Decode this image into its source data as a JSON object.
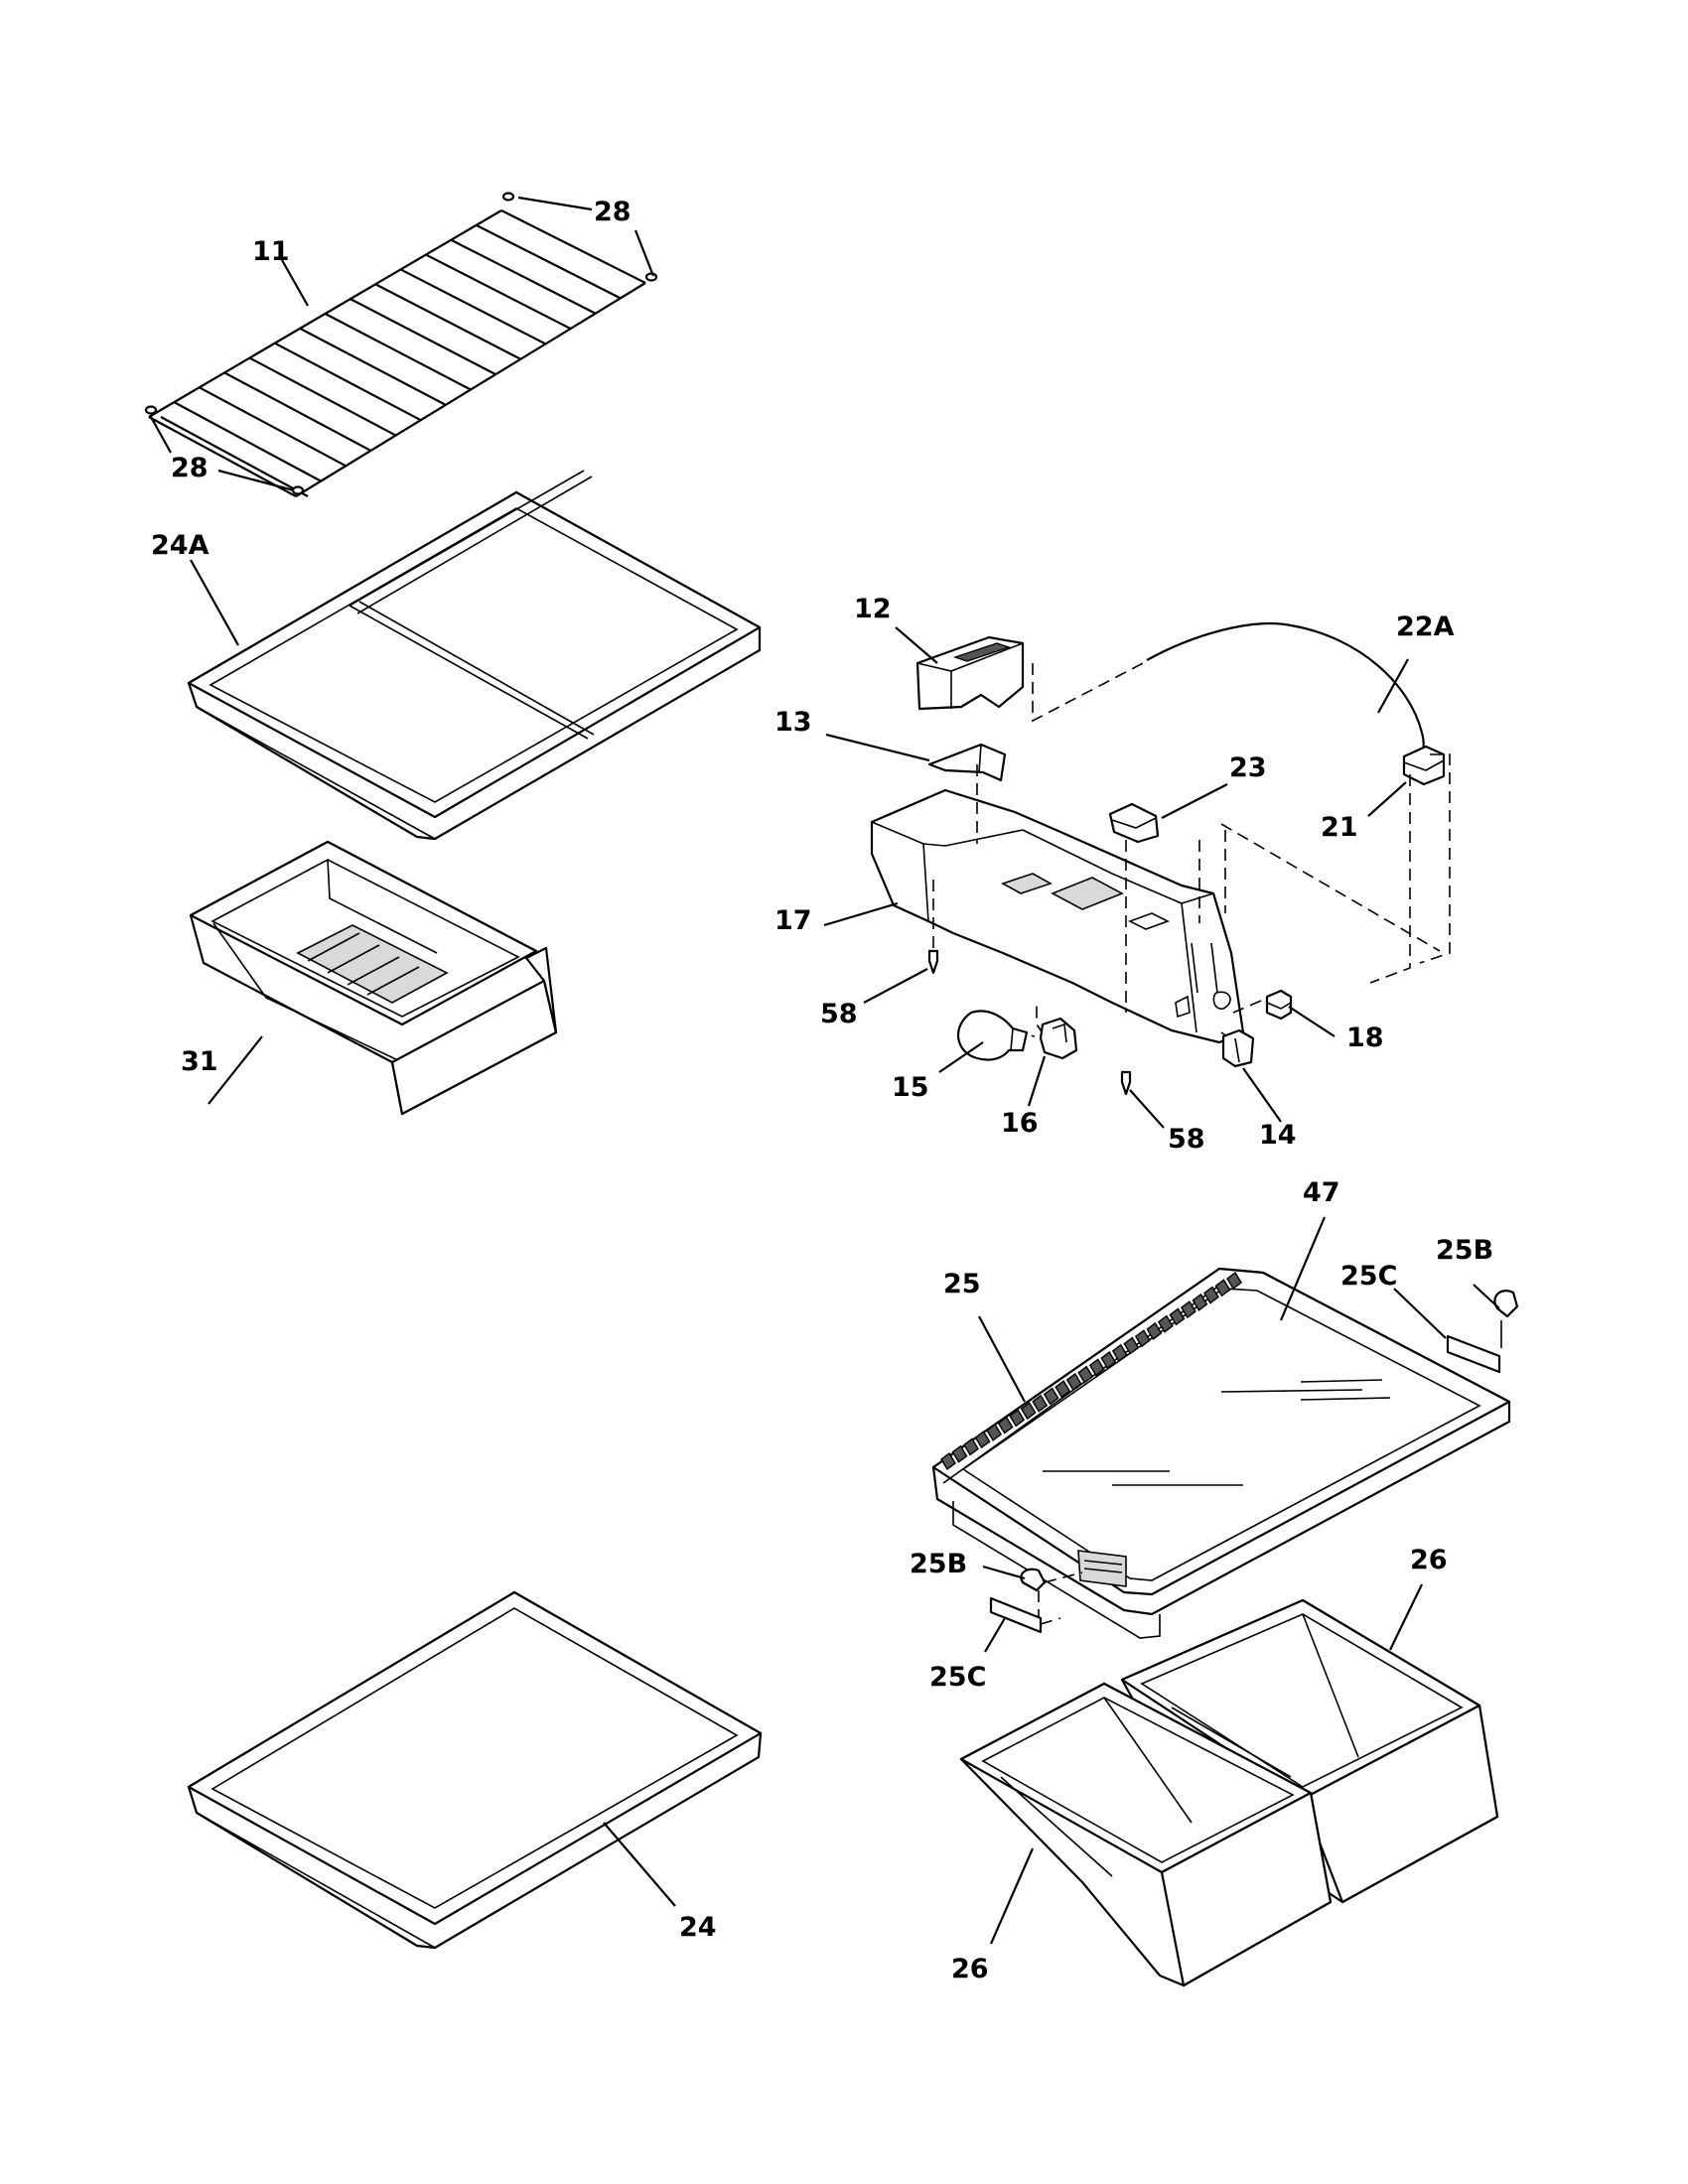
{
  "labels": {
    "p11": "11",
    "p28a": "28",
    "p28b": "28",
    "p24a": "24A",
    "p31": "31",
    "p12": "12",
    "p22a": "22A",
    "p13": "13",
    "p23": "23",
    "p21": "21",
    "p17": "17",
    "p58a": "58",
    "p15": "15",
    "p16": "16",
    "p58b": "58",
    "p14": "14",
    "p18": "18",
    "p47": "47",
    "p25": "25",
    "p25c_top": "25C",
    "p25b_top": "25B",
    "p25b_bottom": "25B",
    "p25c_bottom": "25C",
    "p26_right": "26",
    "p26_left": "26",
    "p24": "24"
  }
}
